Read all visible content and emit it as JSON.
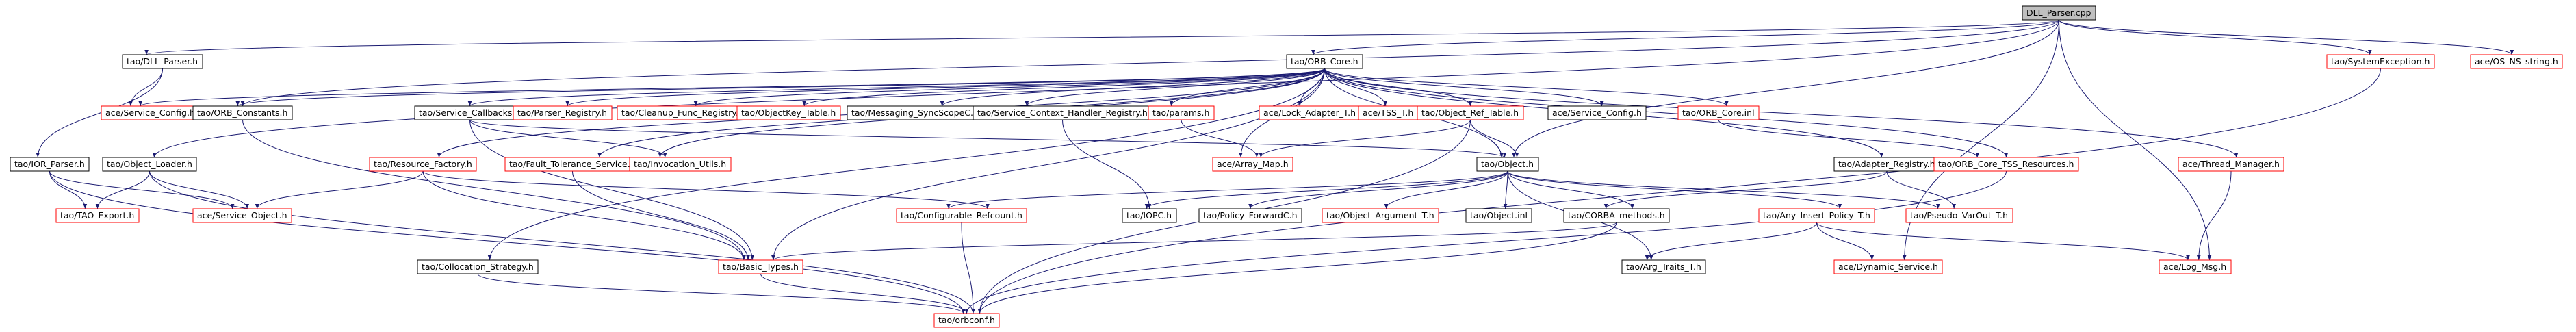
{
  "graph": {
    "title": "",
    "colors": {
      "black": "#000000",
      "red": "#ff0000",
      "root_fill": "#bfbfbf",
      "edge": "#191970"
    },
    "nodes": [
      {
        "id": "dll_parser_cpp",
        "label": "DLL_Parser.cpp",
        "border": "black",
        "root": true
      },
      {
        "id": "dll_parser_h",
        "label": "tao/DLL_Parser.h",
        "border": "black"
      },
      {
        "id": "orb_core_h",
        "label": "tao/ORB_Core.h",
        "border": "black"
      },
      {
        "id": "system_exception_h",
        "label": "tao/SystemException.h",
        "border": "red"
      },
      {
        "id": "os_ns_string_h",
        "label": "ace/OS_NS_string.h",
        "border": "red"
      },
      {
        "id": "service_config_h_ace",
        "label": "ace/Service_Config.h",
        "border": "red"
      },
      {
        "id": "orb_constants_h",
        "label": "tao/ORB_Constants.h",
        "border": "black"
      },
      {
        "id": "service_callbacks_h",
        "label": "tao/Service_Callbacks.h",
        "border": "black"
      },
      {
        "id": "parser_registry_h",
        "label": "tao/Parser_Registry.h",
        "border": "red"
      },
      {
        "id": "cleanup_func_registry_h",
        "label": "tao/Cleanup_Func_Registry.h",
        "border": "red"
      },
      {
        "id": "objectkey_table_h",
        "label": "tao/ObjectKey_Table.h",
        "border": "red"
      },
      {
        "id": "messaging_syncscopec_h",
        "label": "tao/Messaging_SyncScopeC.h",
        "border": "black"
      },
      {
        "id": "service_context_handler_registry_h",
        "label": "tao/Service_Context_Handler_Registry.h",
        "border": "black"
      },
      {
        "id": "params_h",
        "label": "tao/params.h",
        "border": "red"
      },
      {
        "id": "lock_adapter_t_h",
        "label": "ace/Lock_Adapter_T.h",
        "border": "red"
      },
      {
        "id": "tss_t_h",
        "label": "ace/TSS_T.h",
        "border": "red"
      },
      {
        "id": "object_ref_table_h",
        "label": "tao/Object_Ref_Table.h",
        "border": "red"
      },
      {
        "id": "service_config_h_plain",
        "label": "ace/Service_Config.h",
        "border": "black"
      },
      {
        "id": "orb_core_inl",
        "label": "tao/ORB_Core.inl",
        "border": "red"
      },
      {
        "id": "ior_parser_h",
        "label": "tao/IOR_Parser.h",
        "border": "black"
      },
      {
        "id": "object_loader_h",
        "label": "tao/Object_Loader.h",
        "border": "black"
      },
      {
        "id": "resource_factory_h",
        "label": "tao/Resource_Factory.h",
        "border": "red"
      },
      {
        "id": "fault_tolerance_service_h",
        "label": "tao/Fault_Tolerance_Service.h",
        "border": "red"
      },
      {
        "id": "invocation_utils_h",
        "label": "tao/Invocation_Utils.h",
        "border": "red"
      },
      {
        "id": "array_map_h",
        "label": "ace/Array_Map.h",
        "border": "red"
      },
      {
        "id": "object_h",
        "label": "tao/Object.h",
        "border": "black"
      },
      {
        "id": "adapter_registry_h",
        "label": "tao/Adapter_Registry.h",
        "border": "black"
      },
      {
        "id": "orb_core_tss_resources_h",
        "label": "tao/ORB_Core_TSS_Resources.h",
        "border": "red"
      },
      {
        "id": "thread_manager_h",
        "label": "ace/Thread_Manager.h",
        "border": "red"
      },
      {
        "id": "tao_export_h",
        "label": "tao/TAO_Export.h",
        "border": "red"
      },
      {
        "id": "service_object_h",
        "label": "ace/Service_Object.h",
        "border": "red"
      },
      {
        "id": "configurable_refcount_h",
        "label": "tao/Configurable_Refcount.h",
        "border": "red"
      },
      {
        "id": "iopc_h",
        "label": "tao/IOPC.h",
        "border": "black"
      },
      {
        "id": "policy_forwardc_h",
        "label": "tao/Policy_ForwardC.h",
        "border": "black"
      },
      {
        "id": "object_argument_t_h",
        "label": "tao/Object_Argument_T.h",
        "border": "red"
      },
      {
        "id": "object_inl",
        "label": "tao/Object.inl",
        "border": "black"
      },
      {
        "id": "corba_methods_h",
        "label": "tao/CORBA_methods.h",
        "border": "black"
      },
      {
        "id": "any_insert_policy_t_h",
        "label": "tao/Any_Insert_Policy_T.h",
        "border": "red"
      },
      {
        "id": "pseudo_varout_t_h",
        "label": "tao/Pseudo_VarOut_T.h",
        "border": "red"
      },
      {
        "id": "collocation_strategy_h",
        "label": "tao/Collocation_Strategy.h",
        "border": "black"
      },
      {
        "id": "basic_types_h",
        "label": "tao/Basic_Types.h",
        "border": "red"
      },
      {
        "id": "arg_traits_t_h",
        "label": "tao/Arg_Traits_T.h",
        "border": "black"
      },
      {
        "id": "dynamic_service_h",
        "label": "ace/Dynamic_Service.h",
        "border": "red"
      },
      {
        "id": "log_msg_h",
        "label": "ace/Log_Msg.h",
        "border": "red"
      },
      {
        "id": "orbconf_h",
        "label": "tao/orbconf.h",
        "border": "red"
      }
    ],
    "edges": [
      [
        "dll_parser_cpp",
        "dll_parser_h"
      ],
      [
        "dll_parser_cpp",
        "orb_core_h"
      ],
      [
        "dll_parser_cpp",
        "system_exception_h"
      ],
      [
        "dll_parser_cpp",
        "os_ns_string_h"
      ],
      [
        "dll_parser_cpp",
        "orb_constants_h"
      ],
      [
        "dll_parser_cpp",
        "object_loader_h"
      ],
      [
        "dll_parser_cpp",
        "object_h"
      ],
      [
        "dll_parser_cpp",
        "dynamic_service_h"
      ],
      [
        "dll_parser_cpp",
        "log_msg_h"
      ],
      [
        "dll_parser_h",
        "service_config_h_ace"
      ],
      [
        "dll_parser_h",
        "ior_parser_h"
      ],
      [
        "orb_core_h",
        "service_config_h_ace"
      ],
      [
        "orb_core_h",
        "orb_constants_h"
      ],
      [
        "orb_core_h",
        "service_callbacks_h"
      ],
      [
        "orb_core_h",
        "parser_registry_h"
      ],
      [
        "orb_core_h",
        "cleanup_func_registry_h"
      ],
      [
        "orb_core_h",
        "objectkey_table_h"
      ],
      [
        "orb_core_h",
        "messaging_syncscopec_h"
      ],
      [
        "orb_core_h",
        "service_context_handler_registry_h"
      ],
      [
        "orb_core_h",
        "params_h"
      ],
      [
        "orb_core_h",
        "lock_adapter_t_h"
      ],
      [
        "orb_core_h",
        "tss_t_h"
      ],
      [
        "orb_core_h",
        "object_ref_table_h"
      ],
      [
        "orb_core_h",
        "service_config_h_plain"
      ],
      [
        "orb_core_h",
        "orb_core_inl"
      ],
      [
        "orb_core_h",
        "resource_factory_h"
      ],
      [
        "orb_core_h",
        "fault_tolerance_service_h"
      ],
      [
        "orb_core_h",
        "invocation_utils_h"
      ],
      [
        "orb_core_h",
        "array_map_h"
      ],
      [
        "orb_core_h",
        "object_h"
      ],
      [
        "orb_core_h",
        "adapter_registry_h"
      ],
      [
        "orb_core_h",
        "orb_core_tss_resources_h"
      ],
      [
        "orb_core_h",
        "thread_manager_h"
      ],
      [
        "orb_core_h",
        "collocation_strategy_h"
      ],
      [
        "orb_core_h",
        "basic_types_h"
      ],
      [
        "system_exception_h",
        "orbconf_h"
      ],
      [
        "orb_constants_h",
        "basic_types_h"
      ],
      [
        "service_callbacks_h",
        "invocation_utils_h"
      ],
      [
        "service_callbacks_h",
        "basic_types_h"
      ],
      [
        "service_callbacks_h",
        "object_h"
      ],
      [
        "service_context_handler_registry_h",
        "iopc_h"
      ],
      [
        "params_h",
        "array_map_h"
      ],
      [
        "object_ref_table_h",
        "array_map_h"
      ],
      [
        "object_ref_table_h",
        "object_h"
      ],
      [
        "object_ref_table_h",
        "orbconf_h"
      ],
      [
        "orb_core_inl",
        "orb_core_tss_resources_h"
      ],
      [
        "ior_parser_h",
        "tao_export_h"
      ],
      [
        "ior_parser_h",
        "service_object_h"
      ],
      [
        "ior_parser_h",
        "orbconf_h"
      ],
      [
        "object_loader_h",
        "tao_export_h"
      ],
      [
        "object_loader_h",
        "service_object_h"
      ],
      [
        "object_loader_h",
        "orbconf_h"
      ],
      [
        "resource_factory_h",
        "service_object_h"
      ],
      [
        "resource_factory_h",
        "configurable_refcount_h"
      ],
      [
        "resource_factory_h",
        "basic_types_h"
      ],
      [
        "fault_tolerance_service_h",
        "basic_types_h"
      ],
      [
        "object_h",
        "configurable_refcount_h"
      ],
      [
        "object_h",
        "iopc_h"
      ],
      [
        "object_h",
        "policy_forwardc_h"
      ],
      [
        "object_h",
        "object_argument_t_h"
      ],
      [
        "object_h",
        "object_inl"
      ],
      [
        "object_h",
        "corba_methods_h"
      ],
      [
        "object_h",
        "any_insert_policy_t_h"
      ],
      [
        "object_h",
        "pseudo_varout_t_h"
      ],
      [
        "object_h",
        "arg_traits_t_h"
      ],
      [
        "adapter_registry_h",
        "corba_methods_h"
      ],
      [
        "adapter_registry_h",
        "pseudo_varout_t_h"
      ],
      [
        "orb_core_tss_resources_h",
        "orbconf_h"
      ],
      [
        "thread_manager_h",
        "log_msg_h"
      ],
      [
        "configurable_refcount_h",
        "orbconf_h"
      ],
      [
        "corba_methods_h",
        "basic_types_h"
      ],
      [
        "corba_methods_h",
        "orbconf_h"
      ],
      [
        "any_insert_policy_t_h",
        "arg_traits_t_h"
      ],
      [
        "any_insert_policy_t_h",
        "dynamic_service_h"
      ],
      [
        "any_insert_policy_t_h",
        "log_msg_h"
      ],
      [
        "collocation_strategy_h",
        "orbconf_h"
      ],
      [
        "basic_types_h",
        "orbconf_h"
      ]
    ]
  }
}
